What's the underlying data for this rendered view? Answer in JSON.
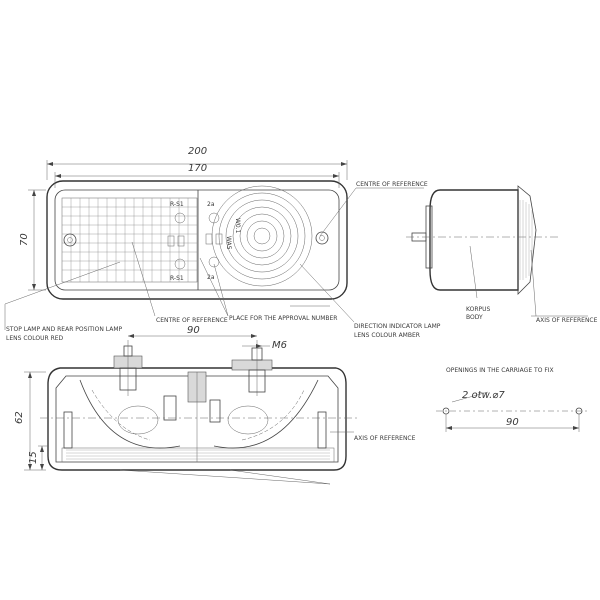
{
  "dimensions": {
    "overall_width": "200",
    "inner_width": "170",
    "height": "70",
    "mount_spacing": "90",
    "thread": "M6",
    "depth": "62",
    "base_height": "15",
    "holes": "2 otw.⌀7",
    "hole_spacing": "90"
  },
  "labels": {
    "centre_top": "CENTRE OF REFERENCE",
    "stop_lamp_1": "STOP LAMP AND REAR POSITION LAMP",
    "stop_lamp_2": "LENS COLOUR RED",
    "centre_mid": "CENTRE OF REFERENCE",
    "approval": "PLACE FOR THE APPROVAL NUMBER",
    "indicator_1": "DIRECTION INDICATOR LAMP",
    "indicator_2": "LENS COLOUR AMBER",
    "korpus_1": "KORPUS",
    "korpus_2": "BODY",
    "axis_side": "AXIS OF REFERENCE",
    "axis_bottom": "AXIS OF REFERENCE",
    "openings": "OPENINGS IN THE CARRIAGE TO FIX"
  },
  "lens_marks": {
    "left_code_top": "R-S1",
    "left_code_bottom": "R-S1",
    "right_code_top": "2a",
    "right_code_bottom": "2a",
    "right_vertical_1": "WA5",
    "right_vertical_2": "W0.1"
  }
}
